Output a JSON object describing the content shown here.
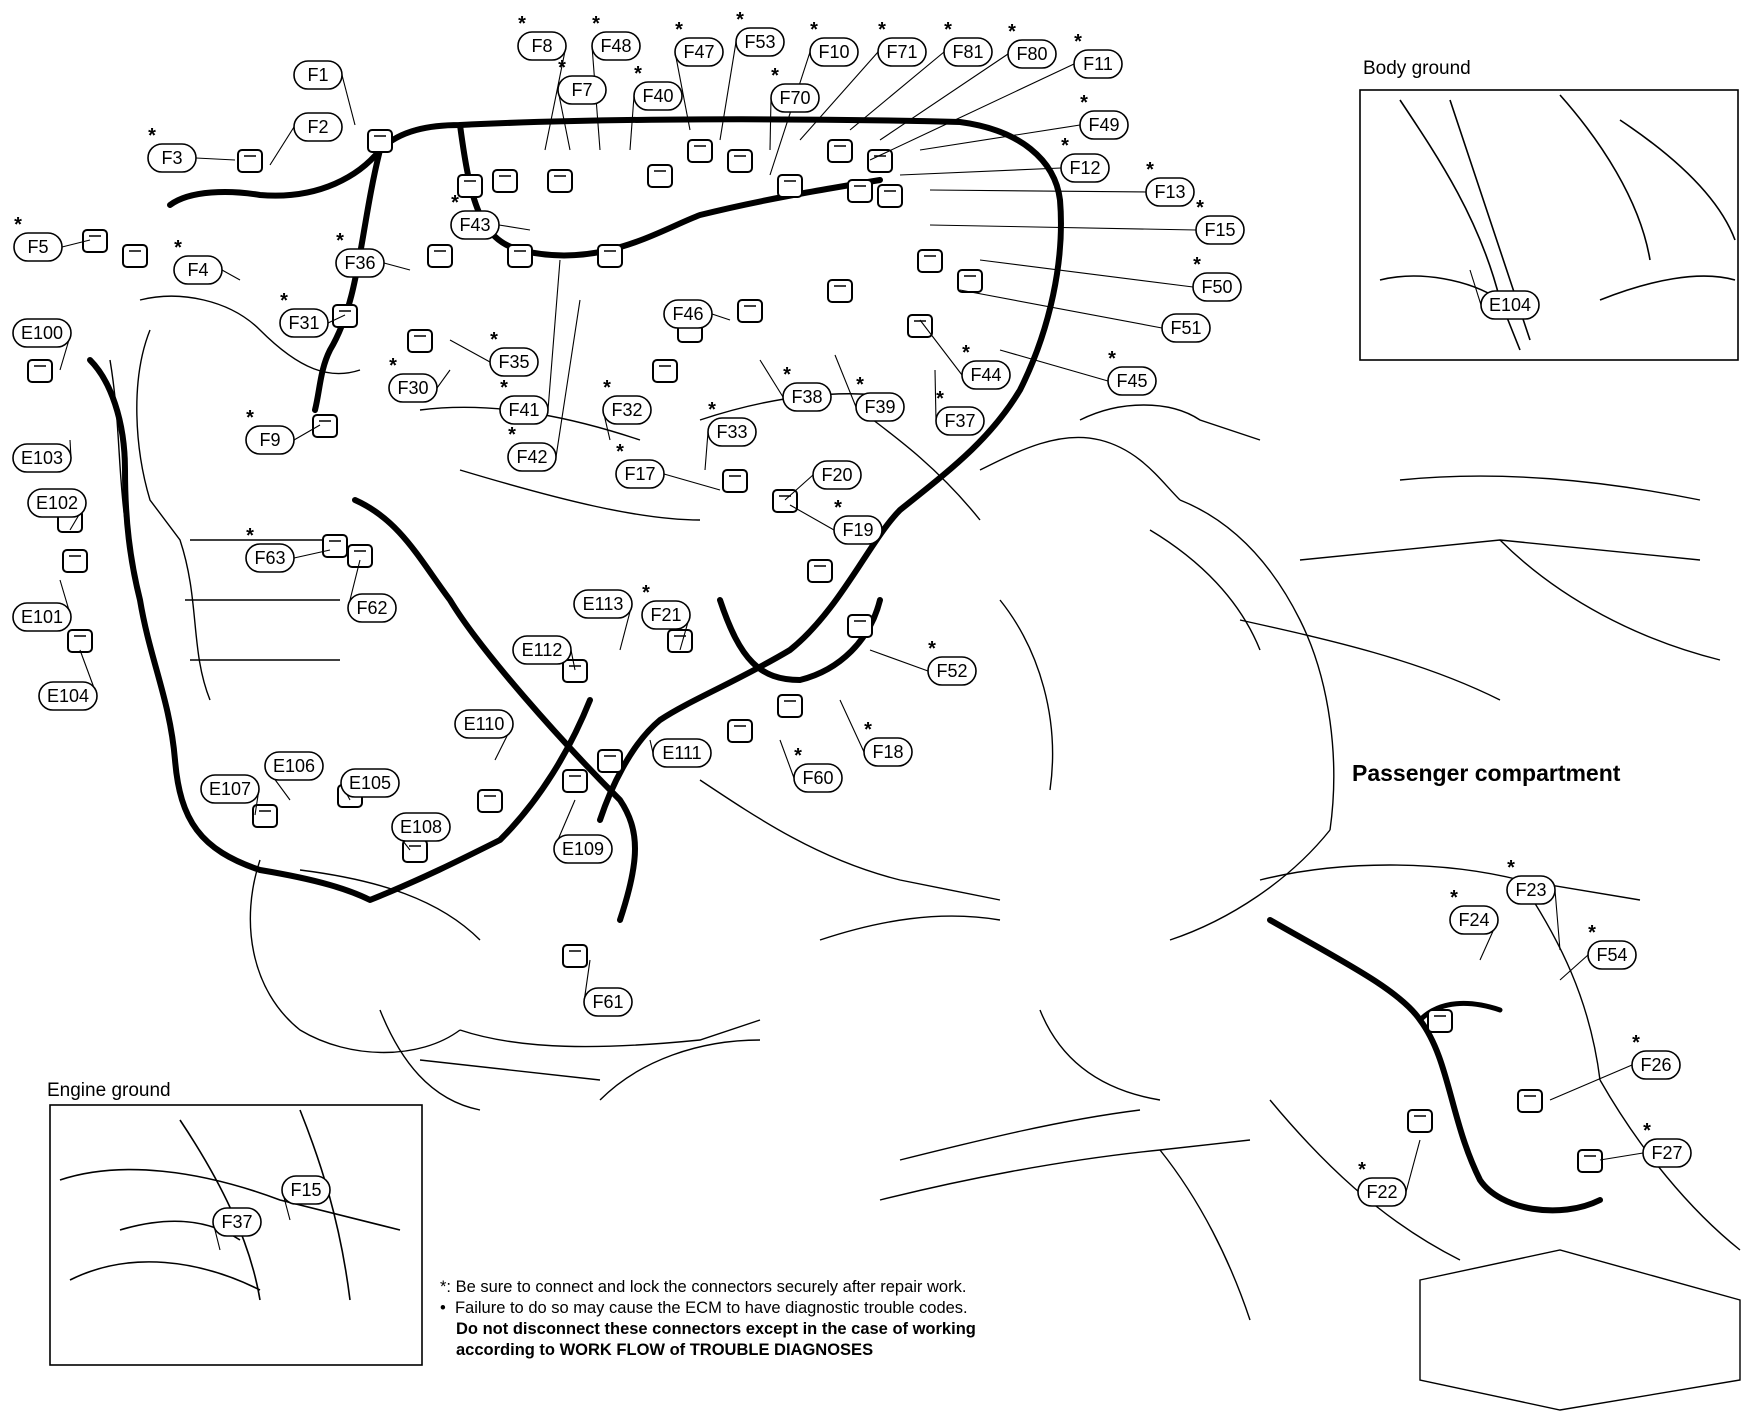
{
  "panels": {
    "body_ground": {
      "title": "Body ground",
      "connectors": [
        "E104"
      ]
    },
    "engine_ground": {
      "title": "Engine ground",
      "connectors": [
        "F37",
        "F15"
      ]
    },
    "passenger_compartment": {
      "title": "Passenger compartment"
    }
  },
  "connectors": [
    {
      "label": "F1",
      "starred": false
    },
    {
      "label": "F2",
      "starred": false
    },
    {
      "label": "F3",
      "starred": true
    },
    {
      "label": "F4",
      "starred": true
    },
    {
      "label": "F5",
      "starred": true
    },
    {
      "label": "F7",
      "starred": true
    },
    {
      "label": "F8",
      "starred": true
    },
    {
      "label": "F9",
      "starred": true
    },
    {
      "label": "F10",
      "starred": true
    },
    {
      "label": "F11",
      "starred": true
    },
    {
      "label": "F12",
      "starred": true
    },
    {
      "label": "F13",
      "starred": true
    },
    {
      "label": "F15",
      "starred": true
    },
    {
      "label": "F17",
      "starred": true
    },
    {
      "label": "F18",
      "starred": true
    },
    {
      "label": "F19",
      "starred": true
    },
    {
      "label": "F20",
      "starred": false
    },
    {
      "label": "F21",
      "starred": true
    },
    {
      "label": "F22",
      "starred": true
    },
    {
      "label": "F23",
      "starred": true
    },
    {
      "label": "F24",
      "starred": true
    },
    {
      "label": "F26",
      "starred": true
    },
    {
      "label": "F27",
      "starred": true
    },
    {
      "label": "F30",
      "starred": true
    },
    {
      "label": "F31",
      "starred": true
    },
    {
      "label": "F32",
      "starred": true
    },
    {
      "label": "F33",
      "starred": true
    },
    {
      "label": "F35",
      "starred": true
    },
    {
      "label": "F36",
      "starred": true
    },
    {
      "label": "F37",
      "starred": true
    },
    {
      "label": "F38",
      "starred": true
    },
    {
      "label": "F39",
      "starred": true
    },
    {
      "label": "F40",
      "starred": true
    },
    {
      "label": "F41",
      "starred": true
    },
    {
      "label": "F42",
      "starred": true
    },
    {
      "label": "F43",
      "starred": true
    },
    {
      "label": "F44",
      "starred": true
    },
    {
      "label": "F45",
      "starred": true
    },
    {
      "label": "F46",
      "starred": false
    },
    {
      "label": "F47",
      "starred": true
    },
    {
      "label": "F48",
      "starred": true
    },
    {
      "label": "F49",
      "starred": true
    },
    {
      "label": "F50",
      "starred": true
    },
    {
      "label": "F51",
      "starred": false
    },
    {
      "label": "F52",
      "starred": true
    },
    {
      "label": "F53",
      "starred": true
    },
    {
      "label": "F54",
      "starred": true
    },
    {
      "label": "F60",
      "starred": true
    },
    {
      "label": "F61",
      "starred": false
    },
    {
      "label": "F62",
      "starred": false
    },
    {
      "label": "F63",
      "starred": true
    },
    {
      "label": "F70",
      "starred": true
    },
    {
      "label": "F71",
      "starred": true
    },
    {
      "label": "F80",
      "starred": true
    },
    {
      "label": "F81",
      "starred": true
    },
    {
      "label": "E100",
      "starred": false
    },
    {
      "label": "E101",
      "starred": false
    },
    {
      "label": "E102",
      "starred": false
    },
    {
      "label": "E103",
      "starred": false
    },
    {
      "label": "E104",
      "starred": false
    },
    {
      "label": "E105",
      "starred": false
    },
    {
      "label": "E106",
      "starred": false
    },
    {
      "label": "E107",
      "starred": false
    },
    {
      "label": "E108",
      "starred": false
    },
    {
      "label": "E109",
      "starred": false
    },
    {
      "label": "E110",
      "starred": false
    },
    {
      "label": "E111",
      "starred": false
    },
    {
      "label": "E112",
      "starred": false
    },
    {
      "label": "E113",
      "starred": false
    },
    {
      "label": "E104",
      "starred": false
    },
    {
      "label": "F37",
      "starred": false
    },
    {
      "label": "F15",
      "starred": false
    }
  ],
  "footnote": {
    "line1": "*: Be sure to connect and lock the connectors securely after repair work.",
    "line2": "Failure to do so may cause the ECM to have diagnostic trouble codes.",
    "line3": "Do not disconnect these connectors except in the case of working",
    "line4": "according to WORK FLOW of TROUBLE DIAGNOSES"
  }
}
